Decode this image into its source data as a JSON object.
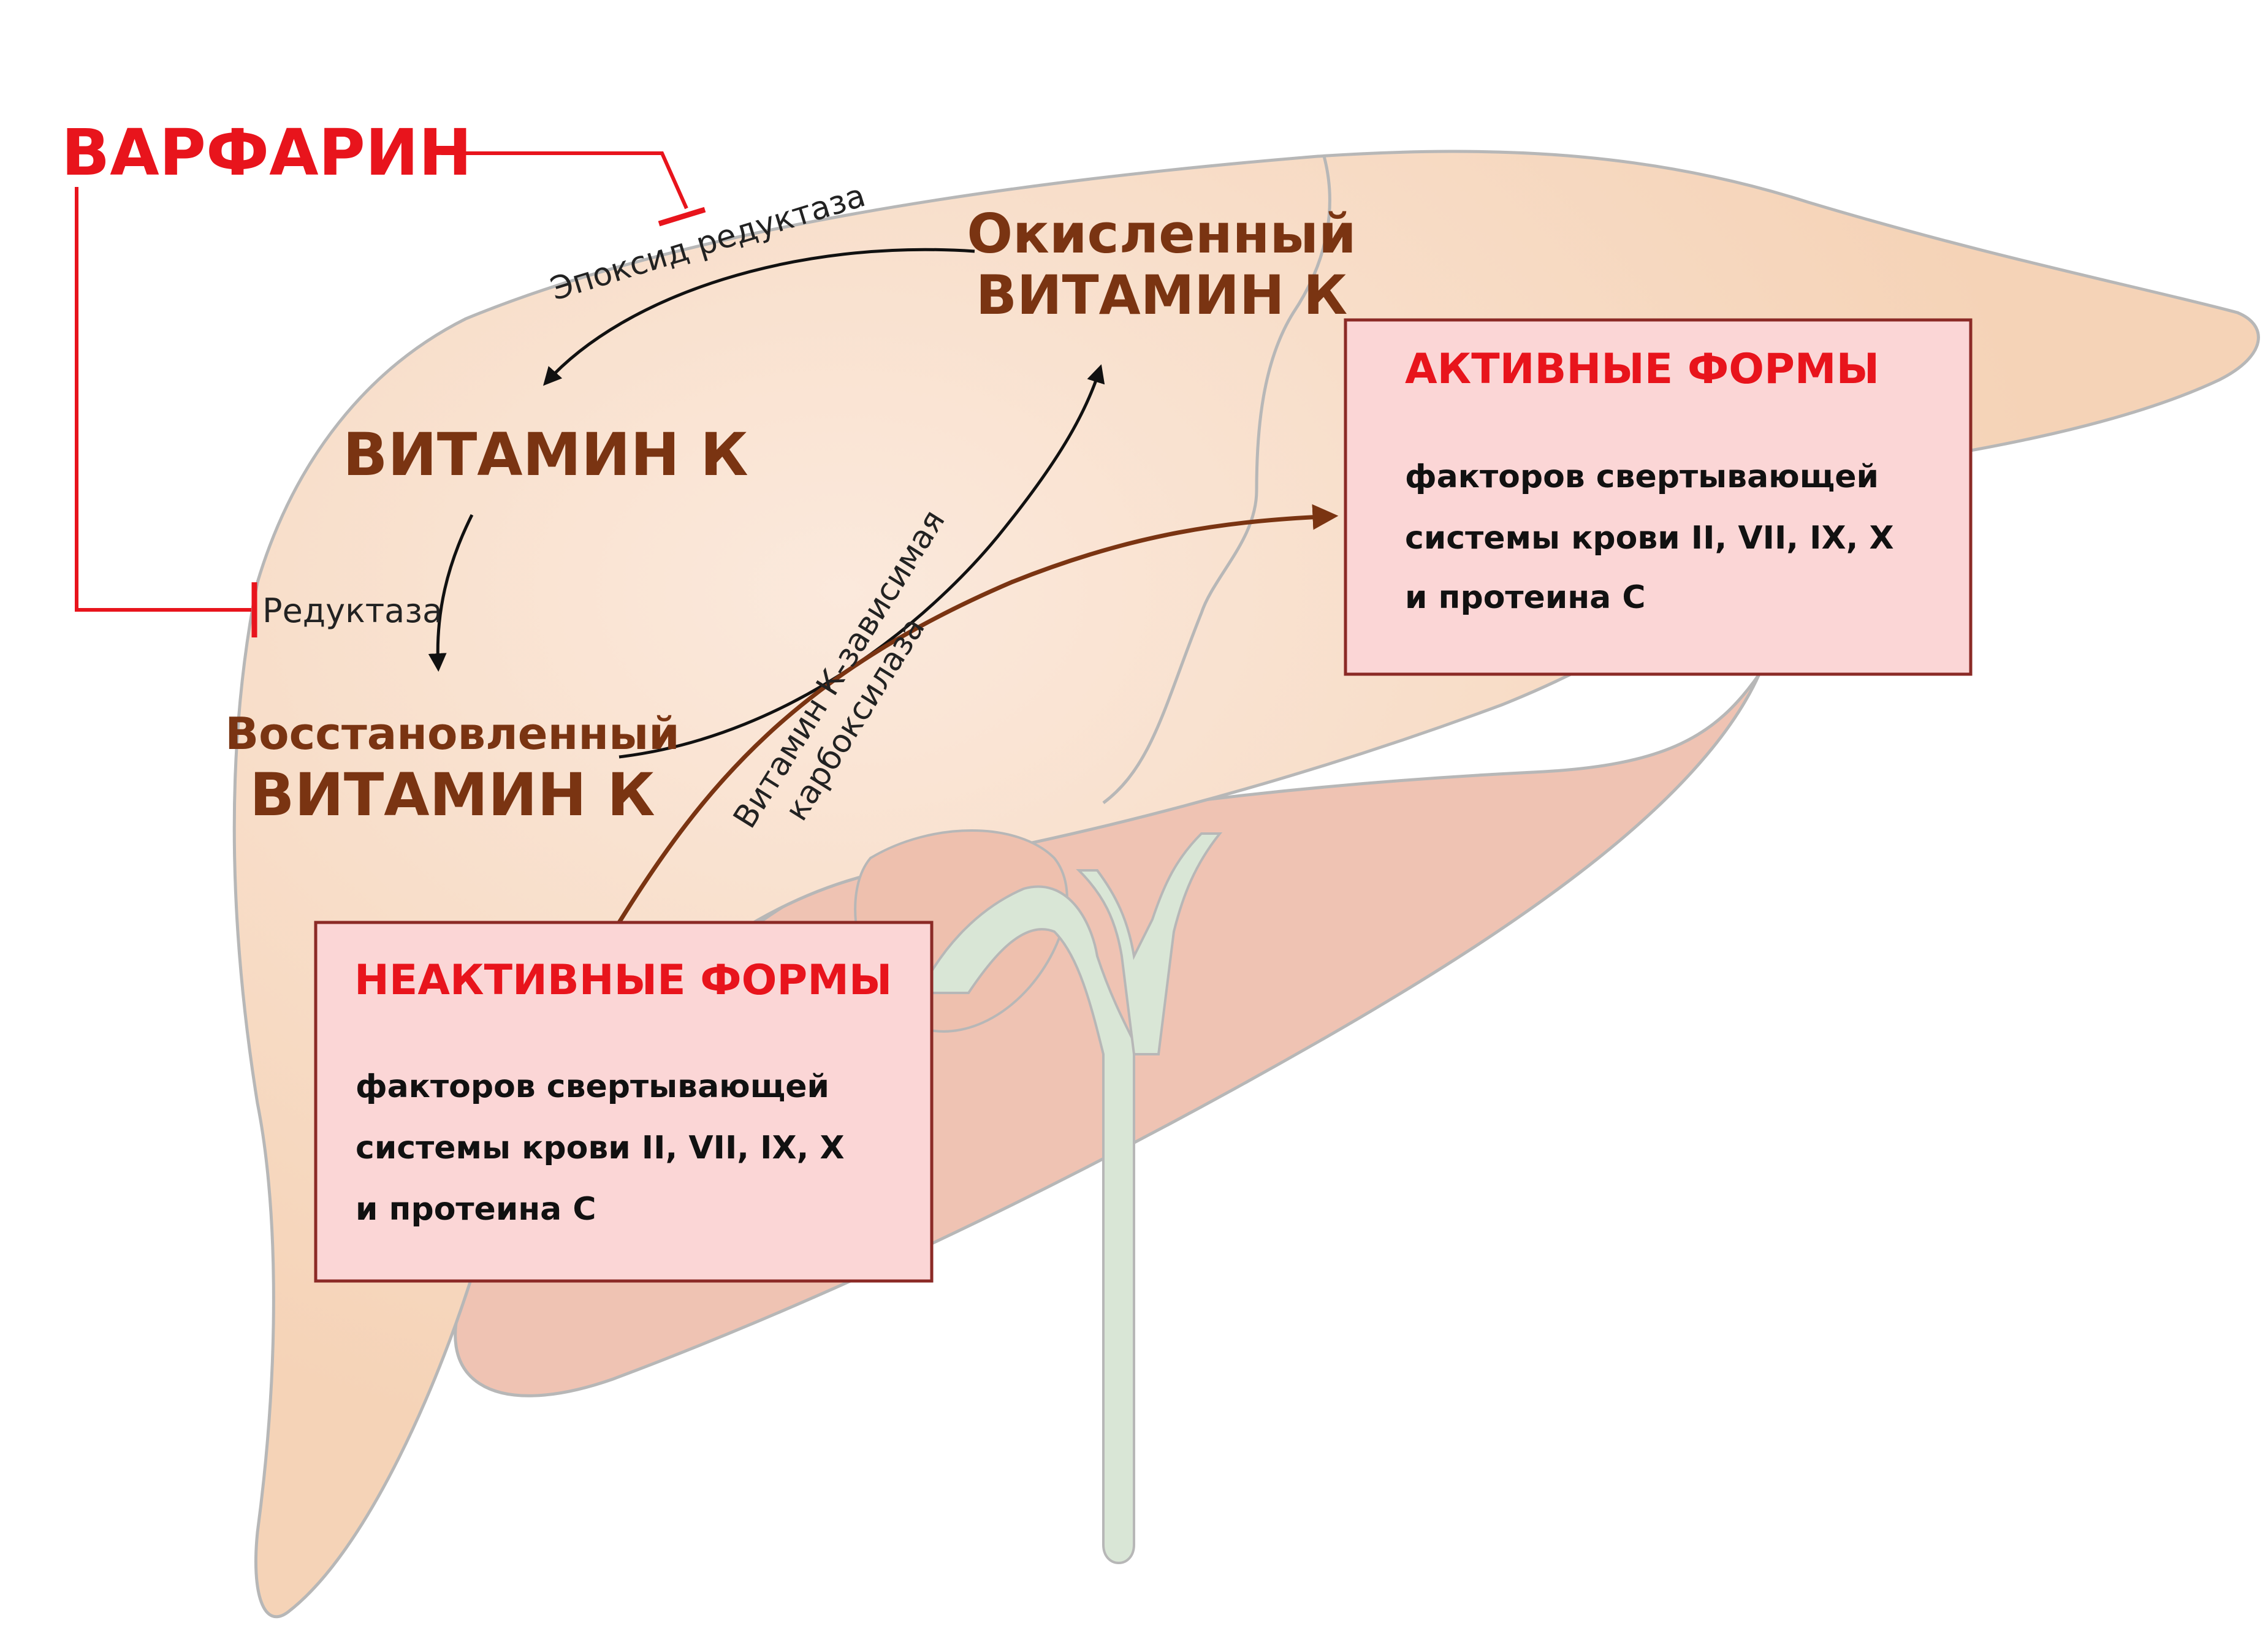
{
  "warfarin": "ВАРФАРИН",
  "enzymes": {
    "epoxide_reductase": "Эпоксид редуктаза",
    "reductase": "Редуктаза",
    "carboxylase_line1": "Витамин К-зависимая",
    "carboxylase_line2": "карбоксилаза"
  },
  "oxidized": {
    "line1": "Окисленный",
    "line2": "ВИТАМИН К"
  },
  "vitamin_k": "ВИТАМИН К",
  "reduced": {
    "line1": "Восстановленный",
    "line2": "ВИТАМИН К"
  },
  "active_box": {
    "title": "АКТИВНЫЕ ФОРМЫ",
    "line1": "факторов свертывающей",
    "line2": "системы крови II, VII, IX, X",
    "line3": "и протеина С"
  },
  "inactive_box": {
    "title": "НЕАКТИВНЫЕ ФОРМЫ",
    "line1": "факторов свертывающей",
    "line2": "системы крови II, VII, IX, X",
    "line3": "и протеина С"
  },
  "colors": {
    "inhibitor": "#e8141c",
    "liver": "#f6d8bf",
    "liver_shadow": "#efc8b5",
    "bile_duct": "#d9e6d6",
    "box_fill": "#fbd6d6",
    "box_border": "#8b2a26",
    "vitamin_text": "#7a3412"
  }
}
